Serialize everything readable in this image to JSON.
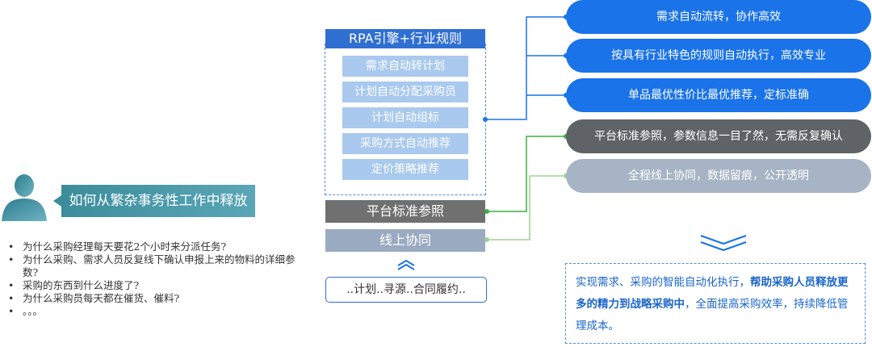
{
  "colors": {
    "primary_blue": "#1a73e8",
    "title_blue": "#2f6fd1",
    "item_blue": "#a9c9ee",
    "dark_grey": "#707070",
    "light_grey": "#9aaac0",
    "teal": "#3c8d9c",
    "connector_green": "#7ac56b"
  },
  "left": {
    "question": "如何从繁杂事务性工作中释放",
    "pain_points": [
      "为什么采购经理每天要花2个小时来分派任务?",
      "为什么采购、需求人员反复线下确认申报上来的物料的详细参数?",
      "采购的东西到什么进度了?",
      "为什么采购员每天都在催货、催料?",
      "。。。"
    ]
  },
  "center": {
    "title": "RPA引擎+行业规则",
    "items": [
      "需求自动转计划",
      "计划自动分配采购员",
      "计划自动组标",
      "采购方式自动推荐",
      "定价策略推荐"
    ],
    "platform_btn": "平台标准参照",
    "online_btn": "线上协同",
    "process": "..计划..寻源..合同履约.."
  },
  "right": {
    "benefits": [
      "需求自动流转，协作高效",
      "按具有行业特色的规则自动执行，高效专业",
      "单品最优性价比最优推荐，定标准确",
      "平台标准参照，参数信息一目了然，无需反复确认",
      "全程线上协同，数据留痕，公开透明"
    ],
    "summary_part1": "实现需求、采购的智能自动化执行，",
    "summary_bold": "帮助采购人员释放更多的精力到战略采购中",
    "summary_part2": "，全面提高采购效率，持续降低管理成本。"
  },
  "icons": {
    "person": "user-silhouette-icon",
    "up": "chevron-up-icon",
    "down": "double-chevron-down-icon"
  }
}
